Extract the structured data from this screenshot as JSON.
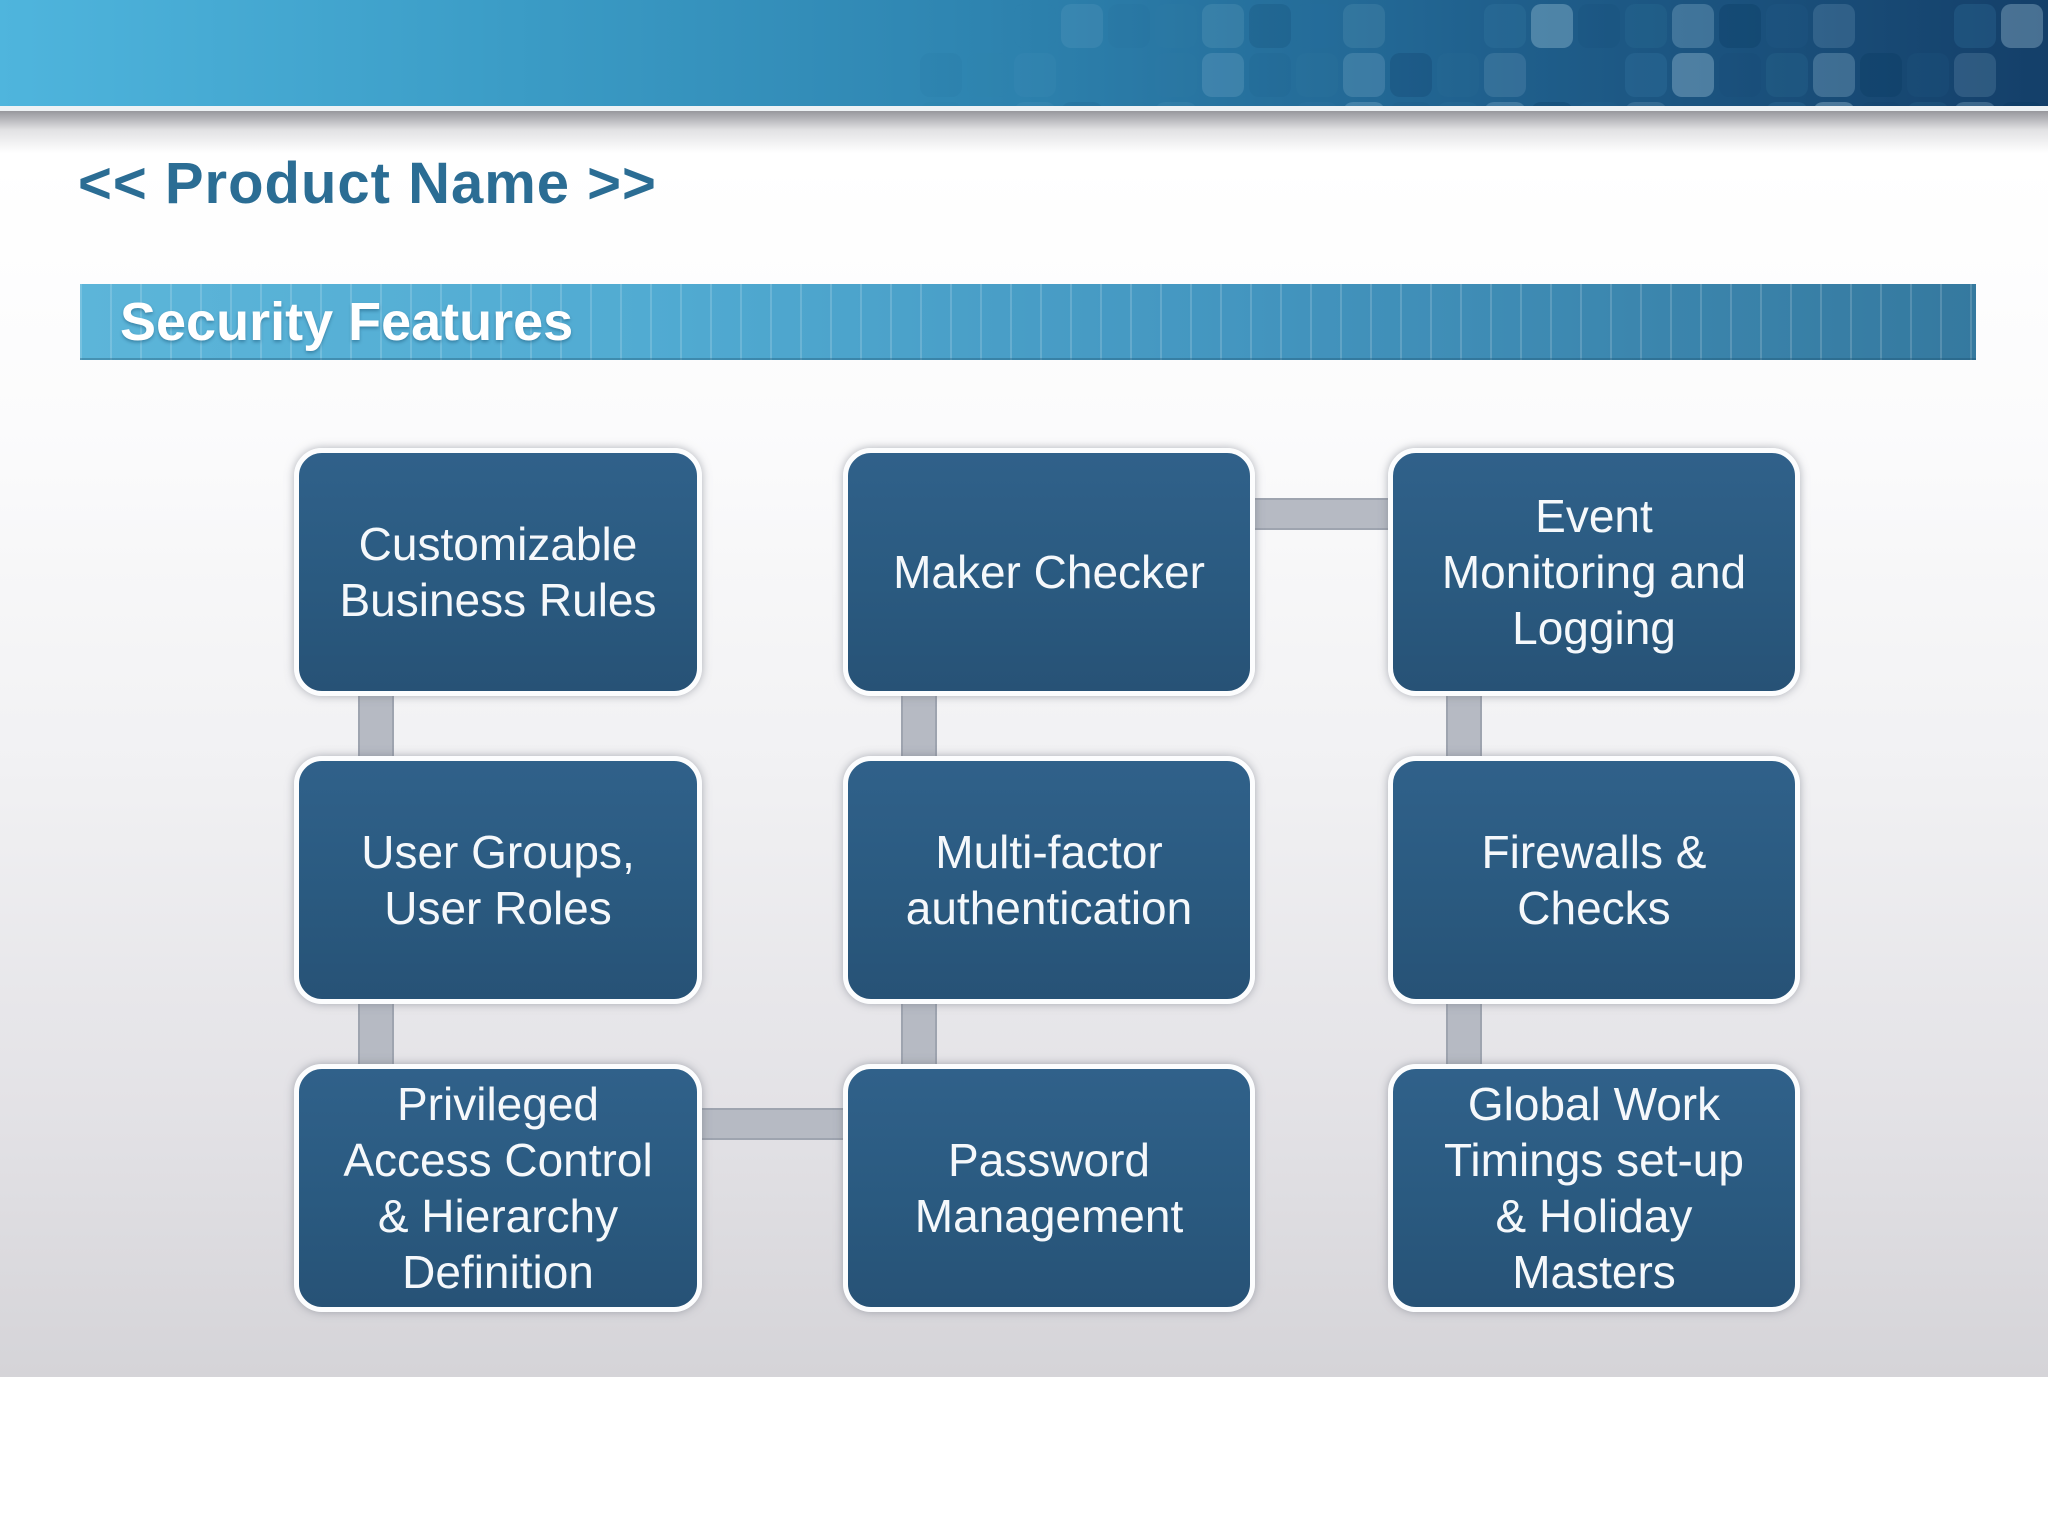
{
  "header": {
    "product_title": "<< Product Name >>",
    "section_title": "Security Features"
  },
  "diagram": {
    "boxes": [
      {
        "id": "customizable-business-rules",
        "label": "Customizable\nBusiness Rules"
      },
      {
        "id": "maker-checker",
        "label": "Maker Checker"
      },
      {
        "id": "event-monitoring-and-logging",
        "label": "Event\nMonitoring and\nLogging"
      },
      {
        "id": "user-groups-user-roles",
        "label": "User Groups,\nUser Roles"
      },
      {
        "id": "multi-factor-authentication",
        "label": "Multi-factor\nauthentication"
      },
      {
        "id": "firewalls-checks",
        "label": "Firewalls &\nChecks"
      },
      {
        "id": "privileged-access-control",
        "label": "Privileged\nAccess Control\n& Hierarchy\nDefinition"
      },
      {
        "id": "password-management",
        "label": "Password\nManagement"
      },
      {
        "id": "global-work-timings",
        "label": "Global Work\nTimings set-up\n& Holiday\nMasters"
      }
    ],
    "connections": [
      [
        "customizable-business-rules",
        "user-groups-user-roles"
      ],
      [
        "user-groups-user-roles",
        "privileged-access-control"
      ],
      [
        "privileged-access-control",
        "password-management"
      ],
      [
        "password-management",
        "multi-factor-authentication"
      ],
      [
        "multi-factor-authentication",
        "maker-checker"
      ],
      [
        "maker-checker",
        "event-monitoring-and-logging"
      ],
      [
        "event-monitoring-and-logging",
        "firewalls-checks"
      ],
      [
        "firewalls-checks",
        "global-work-timings"
      ]
    ]
  },
  "colors": {
    "title_text": "#2b6d94",
    "banner_gradient_left": "#4fb5dd",
    "banner_gradient_right": "#143f69",
    "section_bar_gradient_left": "#5cb5d9",
    "section_bar_gradient_right": "#35799f",
    "section_bar_text": "#ffffff",
    "box_fill": "#2a5a80",
    "box_border": "#fcfdfe",
    "box_text": "#f5f8fb",
    "connector": "#b6bac3",
    "background_bottom": "#d5d4d8"
  }
}
